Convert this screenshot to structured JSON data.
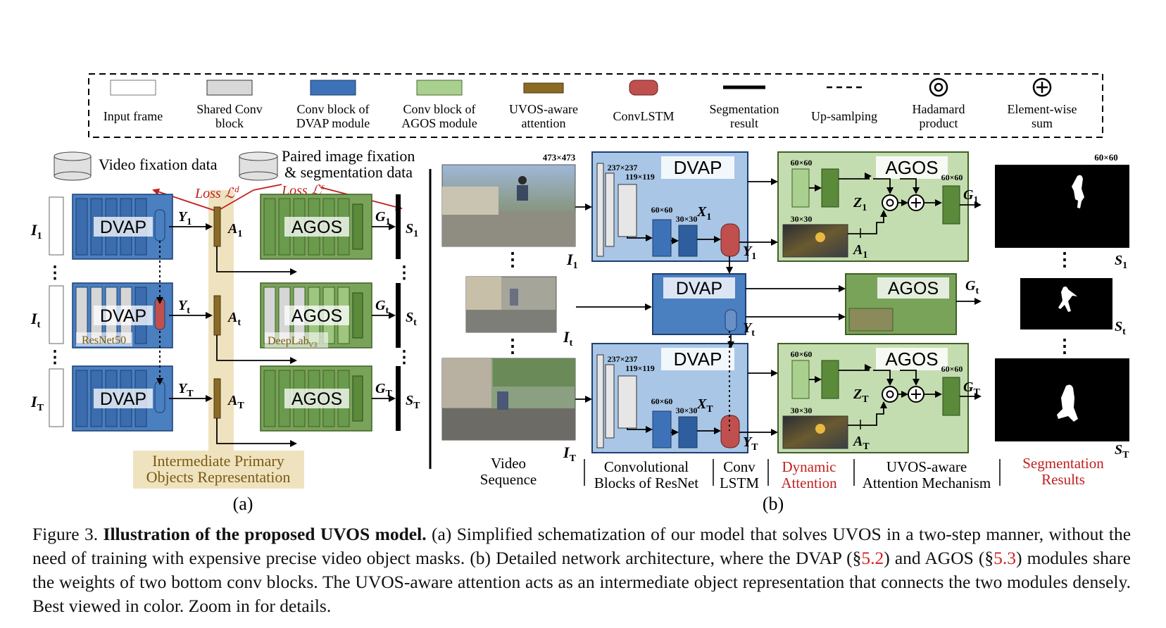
{
  "legend": {
    "input_frame": "Input frame",
    "shared_conv_1": "Shared Conv",
    "shared_conv_2": "block",
    "dvap_conv_1": "Conv block of",
    "dvap_conv_2": "DVAP module",
    "agos_conv_1": "Conv block of",
    "agos_conv_2": "AGOS module",
    "attention_1": "UVOS-aware",
    "attention_2": "attention",
    "convlstm": "ConvLSTM",
    "seg_1": "Segmentation",
    "seg_2": "result",
    "upsampling": "Up-samlping",
    "hadamard_1": "Hadamard",
    "hadamard_2": "product",
    "sum_1": "Element-wise",
    "sum_2": "sum"
  },
  "panel_a": {
    "video_fixation": "Video fixation data",
    "paired_1": "Paired image fixation",
    "paired_2": "& segmentation data",
    "loss_d": "Loss ℒ",
    "loss_d_sup": "d",
    "loss_s": "Loss ℒ",
    "loss_s_sup": "s",
    "dvap": "DVAP",
    "agos": "AGOS",
    "resnet": "ResNet50",
    "deeplab": "DeepLab",
    "deeplab_sub": "V3",
    "i_label": "I",
    "y_label": "Y",
    "a_label": "A",
    "g_label": "G",
    "s_label": "S",
    "sub_1": "1",
    "sub_t": "t",
    "sub_T": "T",
    "iopr_1": "Intermediate Primary",
    "iopr_2": "Objects Representation",
    "tag": "(a)"
  },
  "panel_b": {
    "size_473": "473×473",
    "size_237": "237×237",
    "size_119": "119×119",
    "size_60": "60×60",
    "size_30": "30×30",
    "dvap": "DVAP",
    "agos": "AGOS",
    "x_label": "X",
    "z_label": "Z",
    "video_seq_1": "Video",
    "video_seq_2": "Sequence",
    "conv_blocks_1": "Convolutional",
    "conv_blocks_2": "Blocks of ResNet",
    "conv_lstm_1": "Conv",
    "conv_lstm_2": "LSTM",
    "dyn_att_1": "Dynamic",
    "dyn_att_2": "Attention",
    "uvos_att_1": "UVOS-aware",
    "uvos_att_2": "Attention Mechanism",
    "seg_results_1": "Segmentation",
    "seg_results_2": "Results",
    "tag": "(b)"
  },
  "caption": {
    "prefix": "Figure 3.",
    "bold": "Illustration of the proposed UVOS model.",
    "text1": "(a) Simplified schematization of our model that solves UVOS in a two-step manner, without the need of training with expensive precise video object masks. (b) Detailed network architecture, where the DVAP (§",
    "ref1": "5.2",
    "text2": ") and AGOS (§",
    "ref2": "5.3",
    "text3": ") modules share the weights of two bottom conv blocks. The UVOS-aware attention acts as an intermediate object representation that connects the two modules densely. Best viewed in color. Zoom in for details."
  },
  "colors": {
    "dvap_blue": "#4a7fc0",
    "dvap_bg": "#a9c6e6",
    "agos_green": "#7aa35a",
    "agos_bg": "#c4ddb0",
    "attention": "#8a6a25",
    "convlstm": "#c0504d",
    "loss_red": "#c02020",
    "iopr_bg": "#efe2bf"
  }
}
